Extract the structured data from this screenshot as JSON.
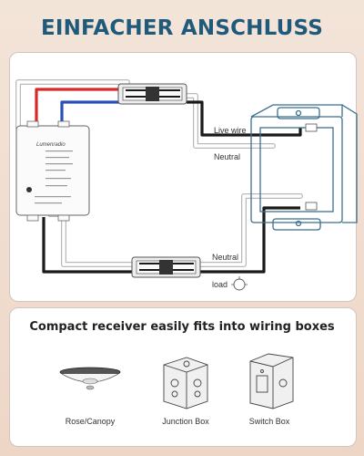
{
  "title": "EINFACHER ANSCHLUSS",
  "diagram": {
    "live_wire_label": "Live wire",
    "neutral_top_label": "Neutral",
    "neutral_bottom_label": "Neutral",
    "load_label": "load"
  },
  "device": {
    "brand": "Lumenradio"
  },
  "bottom": {
    "subtitle": "Compact receiver easily fits into wiring boxes",
    "items": [
      {
        "label": "Rose/Canopy",
        "icon": "rose-canopy-icon"
      },
      {
        "label": "Junction Box",
        "icon": "junction-box-icon"
      },
      {
        "label": "Switch Box",
        "icon": "switch-box-icon"
      }
    ]
  },
  "colors": {
    "title": "#1f5a7a",
    "live": "#d62a2a",
    "neutral_blue": "#2a4fb5",
    "wire_black": "#1a1a1a",
    "wire_white": "#ffffff"
  }
}
